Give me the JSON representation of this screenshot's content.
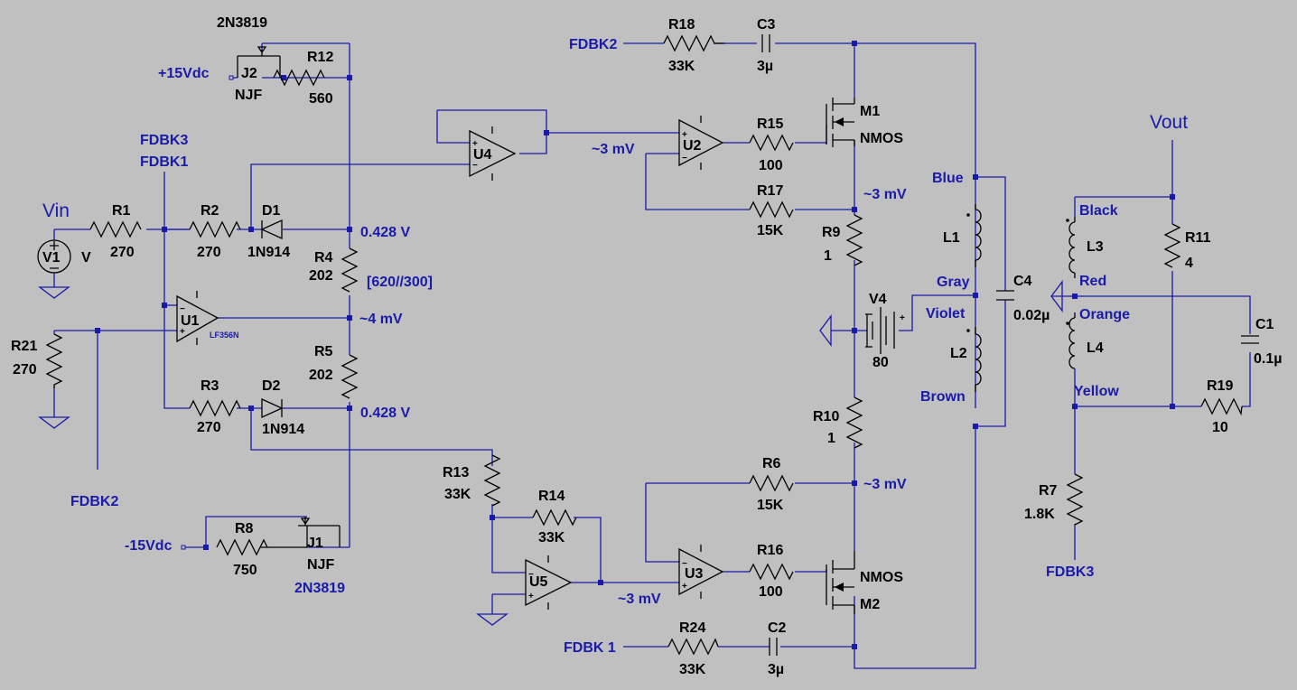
{
  "labels": {
    "jfet_top_part": "2N3819",
    "plus15": "+15Vdc",
    "j2": "J2",
    "j2_type": "NJF",
    "r12": "R12",
    "r12_val": "560",
    "fdbk3": "FDBK3",
    "fdbk1": "FDBK1",
    "vin": "Vin",
    "r1": "R1",
    "r1_val": "270",
    "r2": "R2",
    "r2_val": "270",
    "d1": "D1",
    "d1_val": "1N914",
    "v_top": "0.428 V",
    "r4": "R4",
    "r4_val": "202",
    "r4_note": "[620//300]",
    "v1": "V1",
    "v1_val": "V",
    "u1": "U1",
    "u1_type": "LF356N",
    "mid_mv": "~4 mV",
    "r21": "R21",
    "r21_val": "270",
    "r5": "R5",
    "r5_val": "202",
    "r3": "R3",
    "r3_val": "270",
    "d2": "D2",
    "d2_val": "1N914",
    "v_bot": "0.428 V",
    "fdbk2_left": "FDBK2",
    "r8": "R8",
    "r8_val": "750",
    "minus15": "-15Vdc",
    "j1": "J1",
    "j1_type": "NJF",
    "j1_part": "2N3819",
    "u4": "U4",
    "fdbk2_top": "FDBK2",
    "r18": "R18",
    "r18_val": "33K",
    "c3": "C3",
    "c3_val": "3µ",
    "u2": "U2",
    "u2_in": "~3 mV",
    "r15": "R15",
    "r15_val": "100",
    "m1": "M1",
    "m1_type": "NMOS",
    "r17": "R17",
    "r17_val": "15K",
    "mv_m1": "~3 mV",
    "r9": "R9",
    "r9_val": "1",
    "v4": "V4",
    "v4_val": "80",
    "r10": "R10",
    "r10_val": "1",
    "r13": "R13",
    "r13_val": "33K",
    "r14": "R14",
    "r14_val": "33K",
    "u5": "U5",
    "r6": "R6",
    "r6_val": "15K",
    "mv_m2": "~3 mV",
    "u3": "U3",
    "u3_in": "~3 mV",
    "r16": "R16",
    "r16_val": "100",
    "m2": "M2",
    "m2_type": "NMOS",
    "fdbk1_bot": "FDBK 1",
    "r24": "R24",
    "r24_val": "33K",
    "c2": "C2",
    "c2_val": "3µ",
    "blue": "Blue",
    "l1": "L1",
    "gray": "Gray",
    "violet": "Violet",
    "l2": "L2",
    "brown": "Brown",
    "c4": "C4",
    "c4_val": "0.02µ",
    "vout": "Vout",
    "black": "Black",
    "l3": "L3",
    "red": "Red",
    "orange": "Orange",
    "l4": "L4",
    "yellow": "Yellow",
    "r11": "R11",
    "r11_val": "4",
    "c1": "C1",
    "c1_val": "0.1µ",
    "r19": "R19",
    "r19_val": "10",
    "r7": "R7",
    "r7_val": "1.8K",
    "fdbk3_bot": "FDBK3"
  },
  "colors": {
    "background": "#c0c0c0",
    "wire": "#1a1aa8",
    "component": "#000000"
  }
}
